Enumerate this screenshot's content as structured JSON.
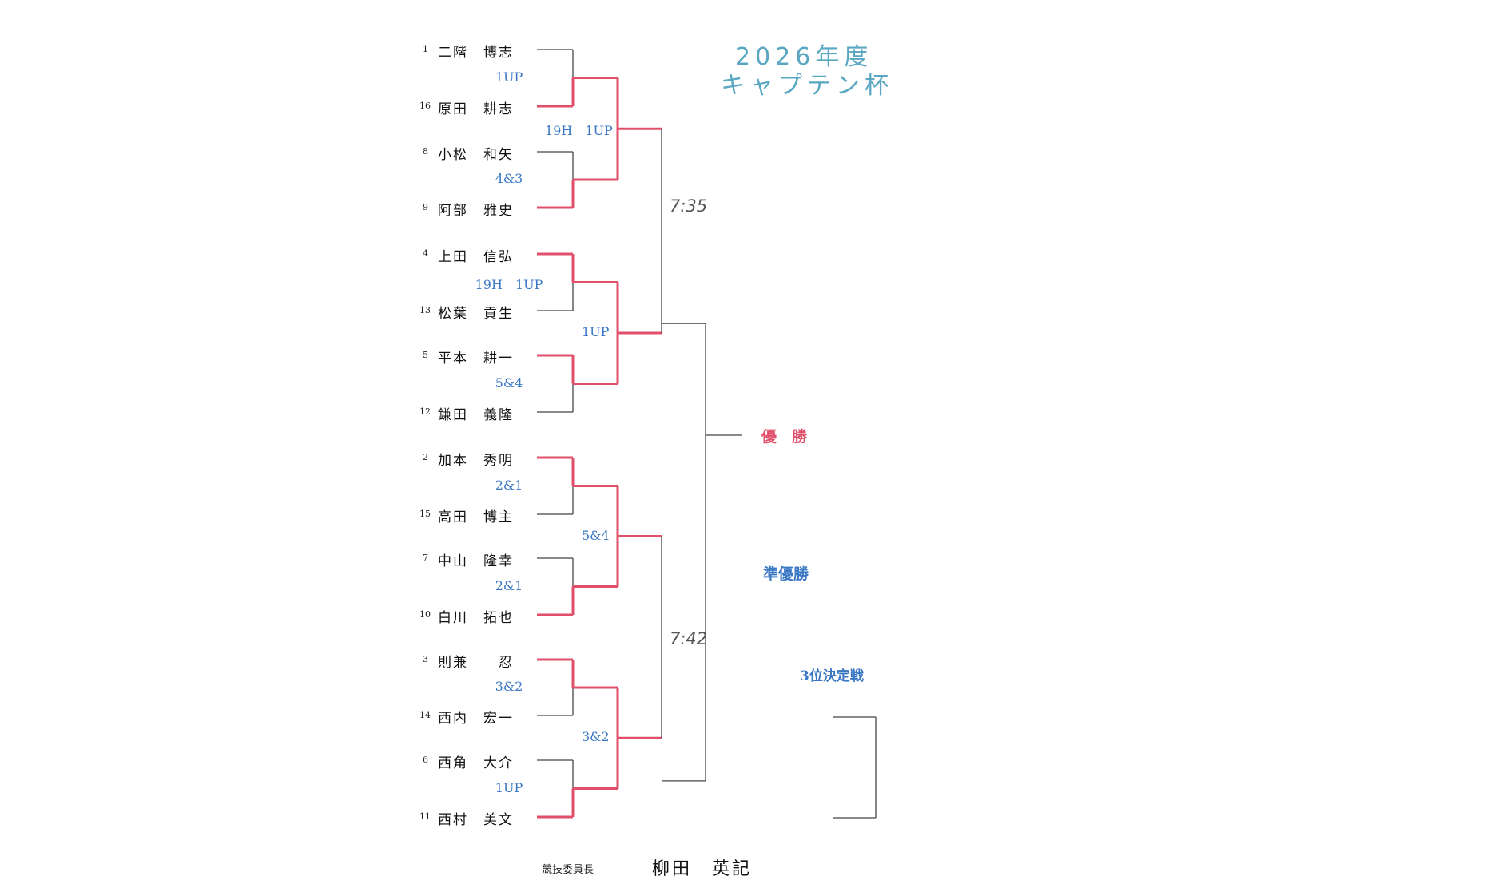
{
  "title": {
    "line1": "2026年度",
    "line2": "キャプテン杯"
  },
  "colors": {
    "winner_line": "#e0506a",
    "line": "#444444",
    "score": "#3a78c4",
    "title": "#5aa7c2",
    "champion": "#e0506a"
  },
  "players": [
    {
      "seed": "1",
      "name": "二階　博志"
    },
    {
      "seed": "16",
      "name": "原田　耕志"
    },
    {
      "seed": "8",
      "name": "小松　和矢"
    },
    {
      "seed": "9",
      "name": "阿部　雅史"
    },
    {
      "seed": "4",
      "name": "上田　信弘"
    },
    {
      "seed": "13",
      "name": "松葉　貢生"
    },
    {
      "seed": "5",
      "name": "平本　耕一"
    },
    {
      "seed": "12",
      "name": "鎌田　義隆"
    },
    {
      "seed": "2",
      "name": "加本　秀明"
    },
    {
      "seed": "15",
      "name": "高田　博主"
    },
    {
      "seed": "7",
      "name": "中山　隆幸"
    },
    {
      "seed": "10",
      "name": "白川　拓也"
    },
    {
      "seed": "3",
      "name": "則兼　　忍"
    },
    {
      "seed": "14",
      "name": "西内　宏一"
    },
    {
      "seed": "6",
      "name": "西角　大介"
    },
    {
      "seed": "11",
      "name": "西村　美文"
    }
  ],
  "round1_scores": [
    "1UP",
    "4&3",
    "19H　1UP",
    "5&4",
    "2&1",
    "2&1",
    "3&2",
    "1UP"
  ],
  "round2_scores": [
    "19H　1UP",
    "1UP",
    "5&4",
    "3&2"
  ],
  "semifinal_times": [
    "7:35",
    "7:42"
  ],
  "places": {
    "champion": "優　勝",
    "runner_up": "準優勝",
    "third_place": "3位決定戦"
  },
  "signature": {
    "title": "競技委員長",
    "name": "柳田　英記"
  }
}
